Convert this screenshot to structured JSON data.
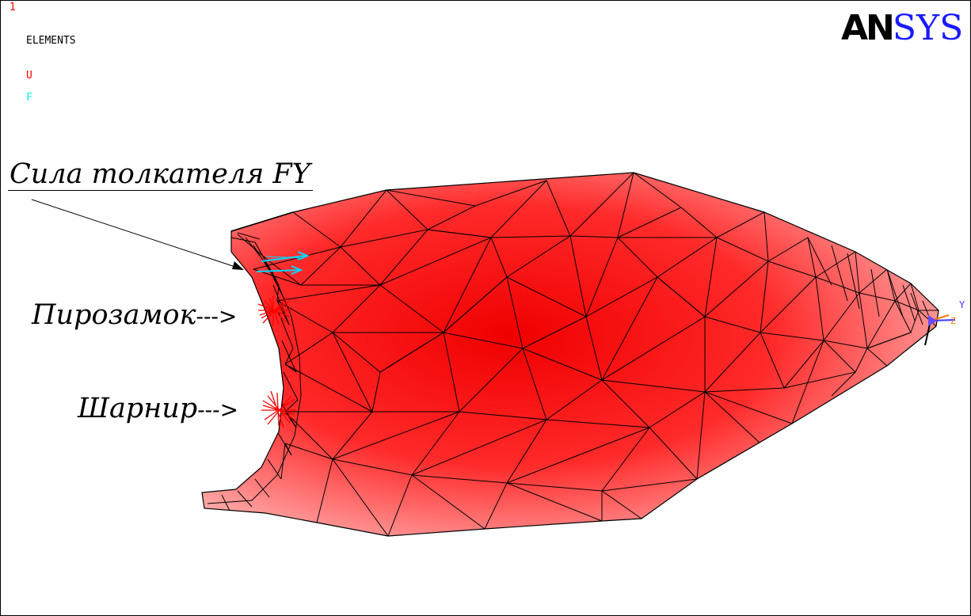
{
  "header": {
    "window_number": "1",
    "plot_title": "ELEMENTS",
    "legend": [
      {
        "label": "U",
        "color": "#ff0000"
      },
      {
        "label": "F",
        "color": "#00ffff"
      }
    ]
  },
  "logo": {
    "part1": "AN",
    "part2": "SYS",
    "part2_color": "#1a1aff"
  },
  "annotations": {
    "force_label": "Сила толкателя FY",
    "lock_label": "Пирозамок",
    "lock_arrow": "--->",
    "hinge_label": "Шарнир",
    "hinge_arrow": "--->"
  },
  "triad": {
    "y_label": "Y",
    "z_label": "Z"
  },
  "colors": {
    "mesh_fill": "#ff1a1a",
    "mesh_lines": "#000000",
    "force_arrows": "#00ffff",
    "constraints": "#ff0000"
  }
}
